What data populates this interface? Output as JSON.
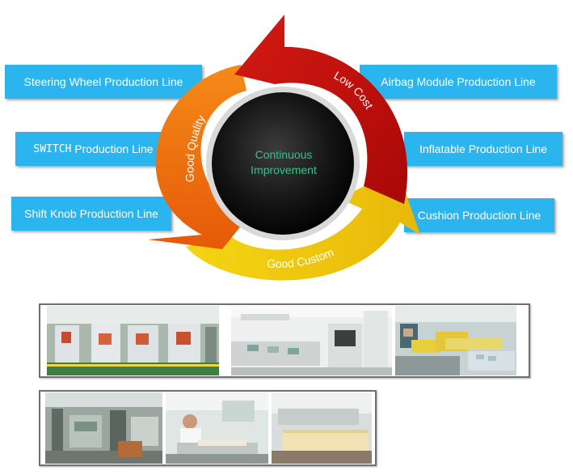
{
  "left_labels": {
    "steering": "Steering Wheel Production Line",
    "switch_word": "SWITCH",
    "switch_rest": " Production Line",
    "shift": "Shift Knob Production Line"
  },
  "right_labels": {
    "airbag": "Airbag Module Production Line",
    "inflatable": "Inflatable Production Line",
    "cushion": "Cushion Production Line"
  },
  "cycle": {
    "center_line1": "Continuous",
    "center_line2": "Improvement",
    "arrow_red": "Low Cost",
    "arrow_orange": "Good Quality",
    "arrow_yellow": "Good Custom"
  },
  "colors": {
    "label_bg": "#2bb5ee",
    "red_arrow": "#c20c0c",
    "orange_arrow": "#f06a10",
    "yellow_arrow": "#f0c60c",
    "center_text": "#2ec58a"
  },
  "photo_strips": {
    "top_count": 3,
    "bottom_count": 3
  }
}
